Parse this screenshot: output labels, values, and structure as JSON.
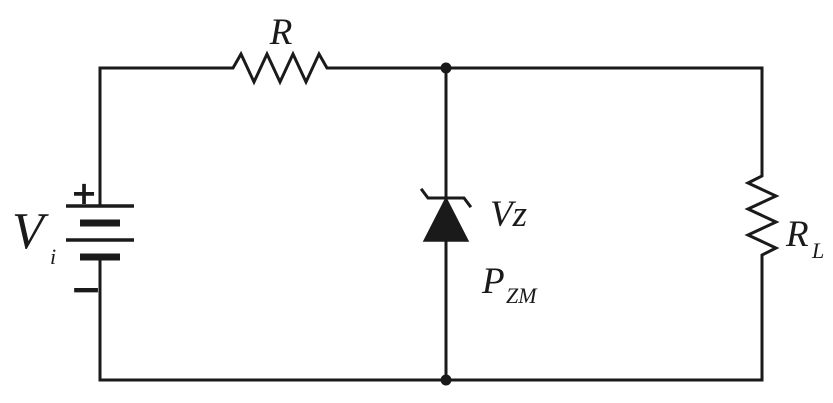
{
  "diagram": {
    "type": "circuit-schematic",
    "colors": {
      "wire": "#1a1a1a",
      "background": "#ffffff"
    },
    "labels": {
      "series_resistor": "R",
      "input_source_symbol": "V",
      "input_source_subscript": "i",
      "battery_plus": "+",
      "battery_minus": "−",
      "zener_voltage": "Vz",
      "zener_max_power_symbol": "P",
      "zener_max_power_subscript": "ZM",
      "load_resistor_symbol": "R",
      "load_resistor_subscript": "L"
    }
  }
}
